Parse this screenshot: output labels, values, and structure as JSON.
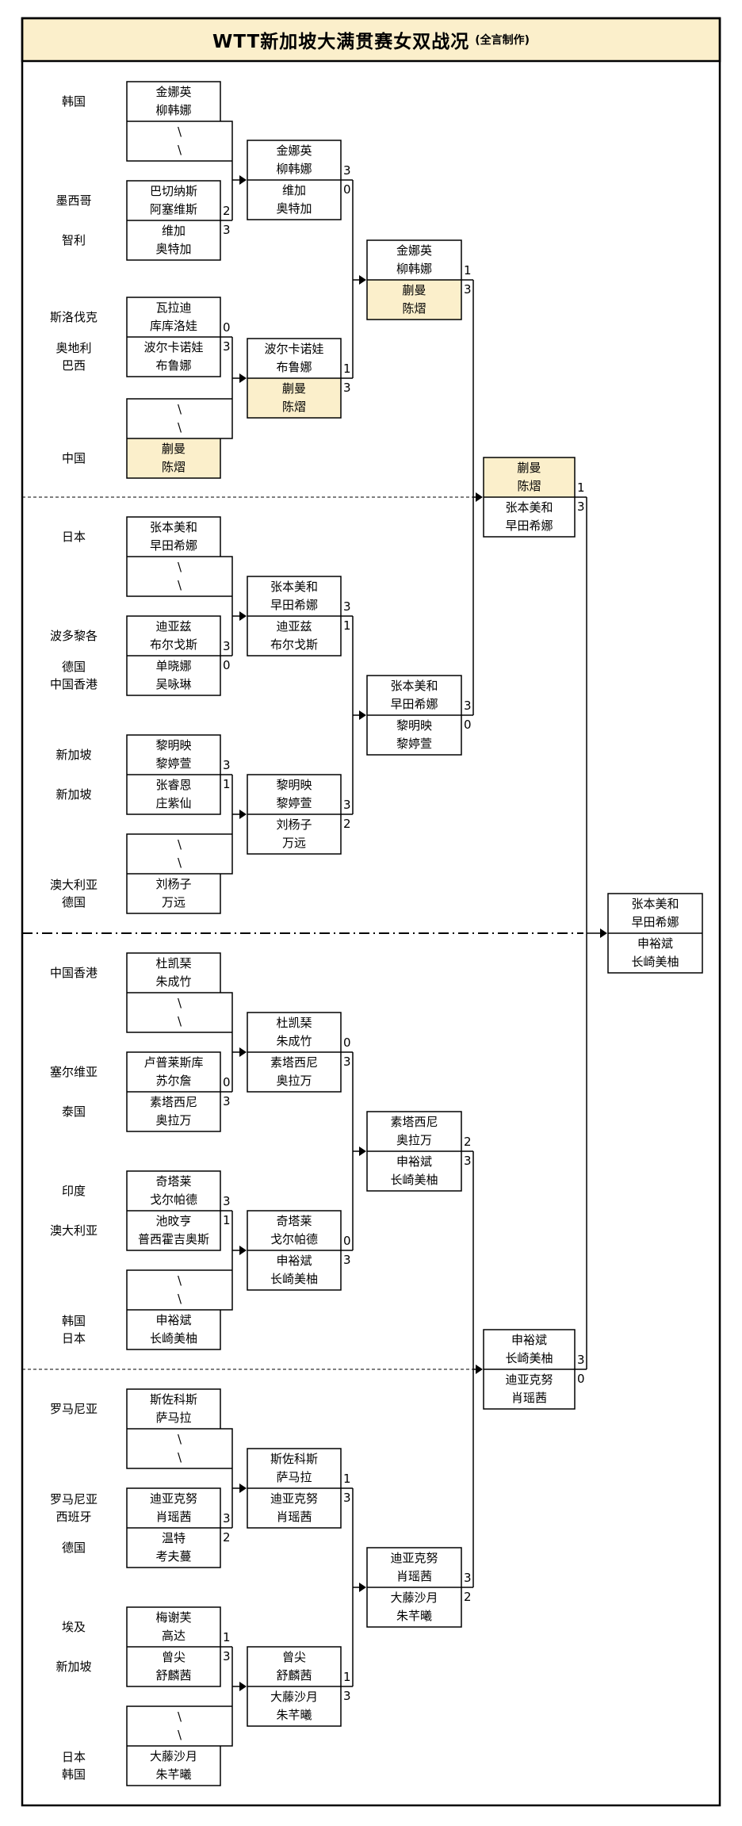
{
  "title": {
    "main": "WTT新加坡大满贯赛女双战况",
    "credit": "(全言制作)"
  },
  "colors": {
    "highlight": "#FBEFCB",
    "border": "#000000",
    "background": "#FFFFFF"
  },
  "round1": [
    {
      "country": "韩国",
      "name": "金娜英\n柳韩娜"
    },
    {
      "name": "\\\n\\"
    },
    {
      "country": "墨西哥",
      "name": "巴切纳斯\n阿塞维斯",
      "score": "2"
    },
    {
      "country": "智利",
      "name": "维加\n奥特加",
      "score": "3"
    },
    {
      "country": "斯洛伐克",
      "name": "瓦拉迪\n库库洛娃",
      "score": "0"
    },
    {
      "country": "奥地利\n巴西",
      "name": "波尔卡诺娃\n布鲁娜",
      "score": "3"
    },
    {
      "name": "\\\n\\"
    },
    {
      "country": "中国",
      "name": "蒯曼\n陈熠",
      "highlight": true
    },
    {
      "country": "日本",
      "name": "张本美和\n早田希娜"
    },
    {
      "name": "\\\n\\"
    },
    {
      "country": "波多黎各",
      "name": "迪亚兹\n布尔戈斯",
      "score": "3"
    },
    {
      "country": "德国\n中国香港",
      "name": "单晓娜\n吴咏琳",
      "score": "0"
    },
    {
      "country": "新加坡",
      "name": "黎明映\n黎婷萱",
      "score": "3"
    },
    {
      "country": "新加坡",
      "name": "张睿恩\n庄紫仙",
      "score": "1"
    },
    {
      "name": "\\\n\\"
    },
    {
      "country": "澳大利亚\n德国",
      "name": "刘杨子\n万远"
    },
    {
      "country": "中国香港",
      "name": "杜凯琹\n朱成竹"
    },
    {
      "name": "\\\n\\"
    },
    {
      "country": "塞尔维亚",
      "name": "卢普莱斯库\n苏尔詹",
      "score": "0"
    },
    {
      "country": "泰国",
      "name": "素塔西尼\n奥拉万",
      "score": "3"
    },
    {
      "country": "印度",
      "name": "奇塔莱\n戈尔帕德",
      "score": "3"
    },
    {
      "country": "澳大利亚",
      "name": "池旼亨\n普西霍吉奥斯",
      "score": "1"
    },
    {
      "name": "\\\n\\"
    },
    {
      "country": "韩国\n日本",
      "name": "申裕斌\n长崎美柚"
    },
    {
      "country": "罗马尼亚",
      "name": "斯佐科斯\n萨马拉"
    },
    {
      "name": "\\\n\\"
    },
    {
      "country": "罗马尼亚\n西班牙",
      "name": "迪亚克努\n肖瑶茜",
      "score": "3"
    },
    {
      "country": "德国",
      "name": "温特\n考夫蔓",
      "score": "2"
    },
    {
      "country": "埃及",
      "name": "梅谢芙\n高达",
      "score": "1"
    },
    {
      "country": "新加坡",
      "name": "曾尖\n舒麟茜",
      "score": "3"
    },
    {
      "name": "\\\n\\"
    },
    {
      "country": "日本\n韩国",
      "name": "大藤沙月\n朱芊曦"
    }
  ],
  "round2": [
    {
      "top": {
        "name": "金娜英\n柳韩娜",
        "score": "3"
      },
      "bottom": {
        "name": "维加\n奥特加",
        "score": "0"
      }
    },
    {
      "top": {
        "name": "波尔卡诺娃\n布鲁娜",
        "score": "1"
      },
      "bottom": {
        "name": "蒯曼\n陈熠",
        "score": "3",
        "highlight": true
      }
    },
    {
      "top": {
        "name": "张本美和\n早田希娜",
        "score": "3"
      },
      "bottom": {
        "name": "迪亚兹\n布尔戈斯",
        "score": "1"
      }
    },
    {
      "top": {
        "name": "黎明映\n黎婷萱",
        "score": "3"
      },
      "bottom": {
        "name": "刘杨子\n万远",
        "score": "2"
      }
    },
    {
      "top": {
        "name": "杜凯琹\n朱成竹",
        "score": "0"
      },
      "bottom": {
        "name": "素塔西尼\n奥拉万",
        "score": "3"
      }
    },
    {
      "top": {
        "name": "奇塔莱\n戈尔帕德",
        "score": "0"
      },
      "bottom": {
        "name": "申裕斌\n长崎美柚",
        "score": "3"
      }
    },
    {
      "top": {
        "name": "斯佐科斯\n萨马拉",
        "score": "1"
      },
      "bottom": {
        "name": "迪亚克努\n肖瑶茜",
        "score": "3"
      }
    },
    {
      "top": {
        "name": "曾尖\n舒麟茜",
        "score": "1"
      },
      "bottom": {
        "name": "大藤沙月\n朱芊曦",
        "score": "3"
      }
    }
  ],
  "quarterfinals": [
    {
      "top": {
        "name": "金娜英\n柳韩娜",
        "score": "1"
      },
      "bottom": {
        "name": "蒯曼\n陈熠",
        "score": "3",
        "highlight": true
      }
    },
    {
      "top": {
        "name": "张本美和\n早田希娜",
        "score": "3"
      },
      "bottom": {
        "name": "黎明映\n黎婷萱",
        "score": "0"
      }
    },
    {
      "top": {
        "name": "素塔西尼\n奥拉万",
        "score": "2"
      },
      "bottom": {
        "name": "申裕斌\n长崎美柚",
        "score": "3"
      }
    },
    {
      "top": {
        "name": "迪亚克努\n肖瑶茜",
        "score": "3"
      },
      "bottom": {
        "name": "大藤沙月\n朱芊曦",
        "score": "2"
      }
    }
  ],
  "semifinals": [
    {
      "top": {
        "name": "蒯曼\n陈熠",
        "score": "1",
        "highlight": true
      },
      "bottom": {
        "name": "张本美和\n早田希娜",
        "score": "3"
      }
    },
    {
      "top": {
        "name": "申裕斌\n长崎美柚",
        "score": "3"
      },
      "bottom": {
        "name": "迪亚克努\n肖瑶茜",
        "score": "0"
      }
    }
  ],
  "final": {
    "top": {
      "name": "张本美和\n早田希娜"
    },
    "bottom": {
      "name": "申裕斌\n长崎美柚"
    }
  }
}
